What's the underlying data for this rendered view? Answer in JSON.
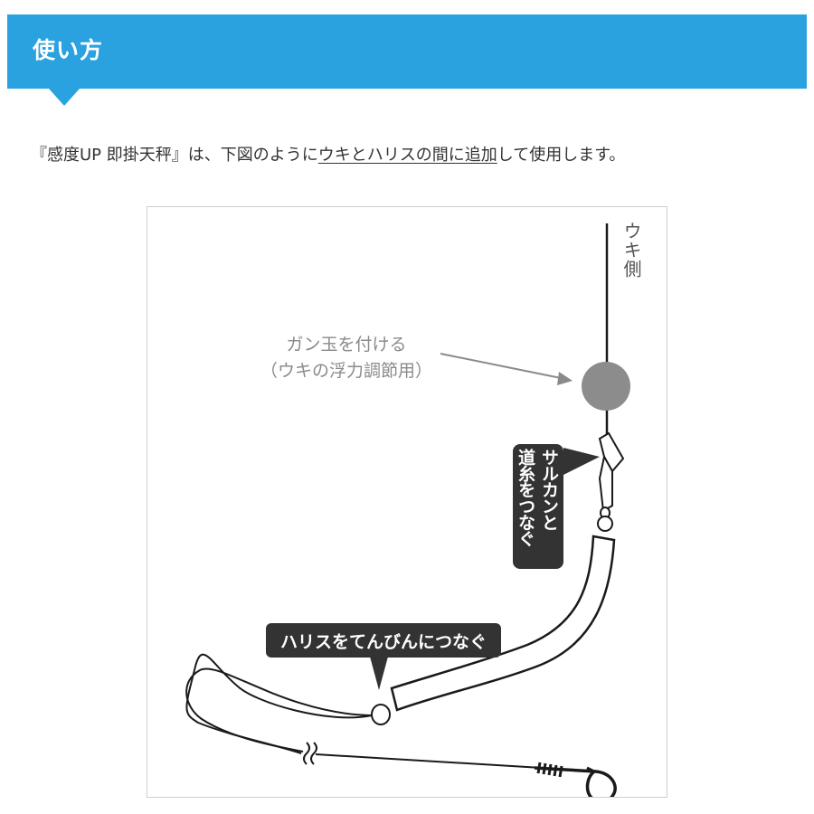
{
  "header": {
    "title": "使い方",
    "color": "#2aa2df"
  },
  "intro": {
    "part1": "『感度UP 即掛天秤』は、下図のように",
    "underlined": "ウキとハリスの間に追加",
    "part2": "して使用します。"
  },
  "diagram": {
    "float_side_label": "ウキ側",
    "split_shot_label_line1": "ガン玉を付ける",
    "split_shot_label_line2": "（ウキの浮力調節用）",
    "swivel_callout_line1": "サルカンと",
    "swivel_callout_line2": "道糸をつなぐ",
    "leader_callout": "ハリスをてんびんにつなぐ",
    "colors": {
      "line": "#1a1a1a",
      "split_shot": "#8c8c8c",
      "callout_bg": "#333333",
      "annotation_text": "#8a8a8a"
    }
  }
}
